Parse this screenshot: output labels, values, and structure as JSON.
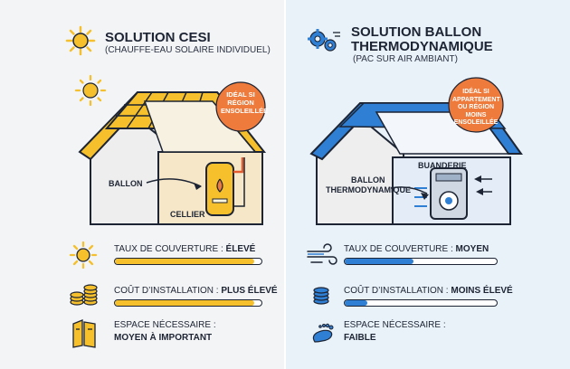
{
  "colors": {
    "solar": "#f5c02b",
    "blue": "#2f7fd4",
    "badge": "#ee7a3b",
    "dark": "#1d2433"
  },
  "left": {
    "title": "SOLUTION CESI",
    "subtitle": "(CHAUFFE-EAU SOLAIRE INDIVIDUEL)",
    "badge": "IDÉAL SI RÉGION ENSOLEILLÉE",
    "tank_label": "BALLON",
    "room_label": "CELLIER",
    "stats": [
      {
        "icon": "sun-icon",
        "label": "TAUX DE COUVERTURE : ",
        "value": "ÉLEVÉ",
        "level": 0.95
      },
      {
        "icon": "coins-icon",
        "label": "COÛT D’INSTALLATION : ",
        "value": "PLUS ÉLEVÉ",
        "level": 0.95
      },
      {
        "icon": "space-icon",
        "label": "ESPACE NÉCESSAIRE :",
        "value": "MOYEN À IMPORTANT"
      }
    ]
  },
  "right": {
    "title_line1": "SOLUTION BALLON",
    "title_line2": "THERMODYNAMIQUE",
    "subtitle": "(PAC SUR AIR AMBIANT)",
    "badge": "IDÉAL SI APPARTEMENT OU RÉGION MOINS ENSOLEILLÉE",
    "tank_label_line1": "BALLON",
    "tank_label_line2": "THERMODYNAMIQUE",
    "room_label": "BUANDERIE",
    "stats": [
      {
        "icon": "wind-icon",
        "label": "TAUX DE COUVERTURE : ",
        "value": "MOYEN",
        "level": 0.45
      },
      {
        "icon": "coins-icon",
        "label": "COÛT D’INSTALLATION : ",
        "value": "MOINS ÉLEVÉ",
        "level": 0.15
      },
      {
        "icon": "footprint-icon",
        "label": "ESPACE NÉCESSAIRE :",
        "value": "FAIBLE"
      }
    ]
  }
}
